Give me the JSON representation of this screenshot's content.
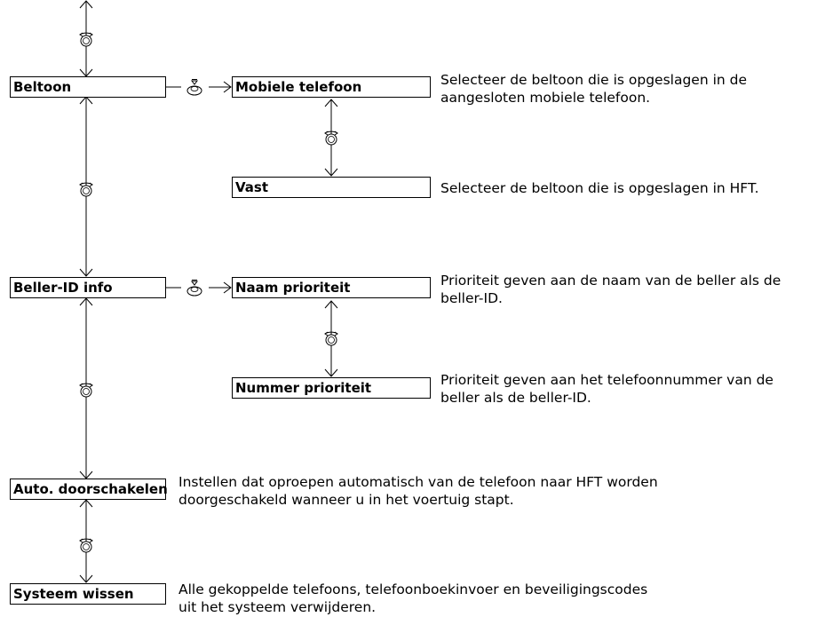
{
  "menu": {
    "beltoon": "Beltoon",
    "mobiele_telefoon": "Mobiele telefoon",
    "vast": "Vast",
    "beller_id_info": "Beller-ID info",
    "naam_prioriteit": "Naam prioriteit",
    "nummer_prioriteit": "Nummer prioriteit",
    "auto_doorschakelen": "Auto. doorschakelen",
    "systeem_wissen": "Systeem wissen"
  },
  "descriptions": {
    "mobiele_telefoon": [
      "Selecteer de beltoon die is opgeslagen in de",
      "aangesloten mobiele telefoon."
    ],
    "vast": [
      "Selecteer de beltoon die is opgeslagen in HFT."
    ],
    "naam_prioriteit": [
      "Prioriteit geven aan de naam van de beller als de",
      "beller-ID."
    ],
    "nummer_prioriteit": [
      "Prioriteit geven aan het telefoonnummer van de",
      "beller als de beller-ID."
    ],
    "auto_doorschakelen": [
      "Instellen dat oproepen automatisch van de telefoon naar HFT worden",
      "doorgeschakeld wanneer u in het voertuig stapt."
    ],
    "systeem_wissen": [
      "Alle gekoppelde telefoons, telefoonboekinvoer en beveiligingscodes",
      "uit het systeem verwijderen."
    ]
  },
  "icons": {
    "rotate": "rotate-knob-icon",
    "press": "press-knob-icon"
  },
  "colors": {
    "line": "#000000",
    "box_fill": "#ffffff"
  }
}
